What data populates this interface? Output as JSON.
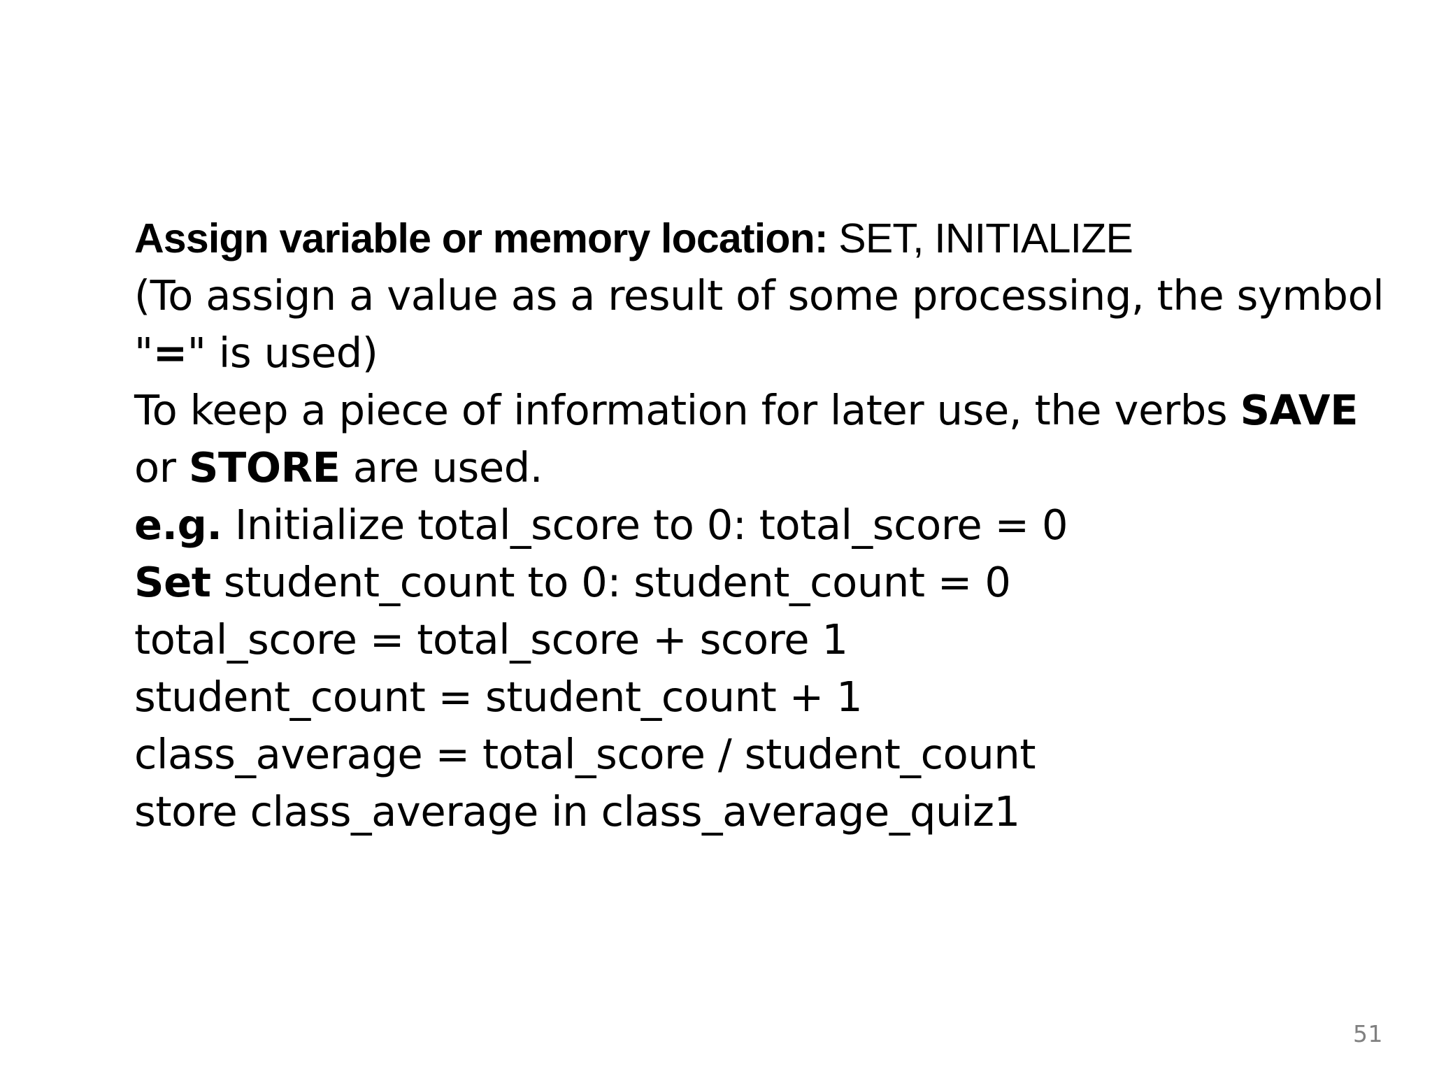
{
  "slide": {
    "page_number": "51",
    "background_color": "#ffffff",
    "text_color": "#000000",
    "page_number_color": "#808080",
    "lines": [
      {
        "id": "line-heading",
        "style": "heading",
        "runs": [
          {
            "text": "Assign variable or memory location:",
            "bold": true
          },
          {
            "text": " SET, INITIALIZE",
            "bold": false
          }
        ],
        "plain": "Assign variable or memory location: SET, INITIALIZE"
      },
      {
        "id": "line-2",
        "style": "body",
        "runs": [
          {
            "text": "(To assign a value as a result of some processing, the symbol",
            "bold": false
          }
        ],
        "plain": "(To assign a value as a result of some processing, the symbol"
      },
      {
        "id": "line-3",
        "style": "body",
        "runs": [
          {
            "text": "\"",
            "bold": false
          },
          {
            "text": "=",
            "bold": true
          },
          {
            "text": "\" is used)",
            "bold": false
          }
        ],
        "plain": "\"=\" is used)"
      },
      {
        "id": "line-4",
        "style": "body",
        "runs": [
          {
            "text": "To keep a piece of information for later use, the verbs ",
            "bold": false
          },
          {
            "text": "SAVE",
            "bold": true
          }
        ],
        "plain": "To keep a piece of information for later use, the verbs SAVE"
      },
      {
        "id": "line-5",
        "style": "body",
        "runs": [
          {
            "text": "or ",
            "bold": false
          },
          {
            "text": "STORE",
            "bold": true
          },
          {
            "text": " are used.",
            "bold": false
          }
        ],
        "plain": "or STORE are used."
      },
      {
        "id": "line-6",
        "style": "body",
        "runs": [
          {
            "text": "e.g.",
            "bold": true
          },
          {
            "text": " Initialize total_score to 0: total_score = 0",
            "bold": false
          }
        ],
        "plain": "e.g. Initialize total_score to 0: total_score = 0"
      },
      {
        "id": "line-7",
        "style": "body",
        "runs": [
          {
            "text": "Set",
            "bold": true
          },
          {
            "text": " student_count to 0: student_count = 0",
            "bold": false
          }
        ],
        "plain": "Set student_count to 0: student_count = 0"
      },
      {
        "id": "line-8",
        "style": "body",
        "runs": [
          {
            "text": "total_score = total_score + score 1",
            "bold": false
          }
        ],
        "plain": "total_score = total_score + score 1"
      },
      {
        "id": "line-9",
        "style": "body",
        "runs": [
          {
            "text": "student_count = student_count + 1",
            "bold": false
          }
        ],
        "plain": "student_count = student_count + 1"
      },
      {
        "id": "line-10",
        "style": "body",
        "runs": [
          {
            "text": "class_average = total_score / student_count",
            "bold": false
          }
        ],
        "plain": "class_average = total_score / student_count"
      },
      {
        "id": "line-11",
        "style": "body",
        "runs": [
          {
            "text": "store class_average in class_average_quiz1",
            "bold": false
          }
        ],
        "plain": "store class_average in class_average_quiz1"
      }
    ]
  }
}
